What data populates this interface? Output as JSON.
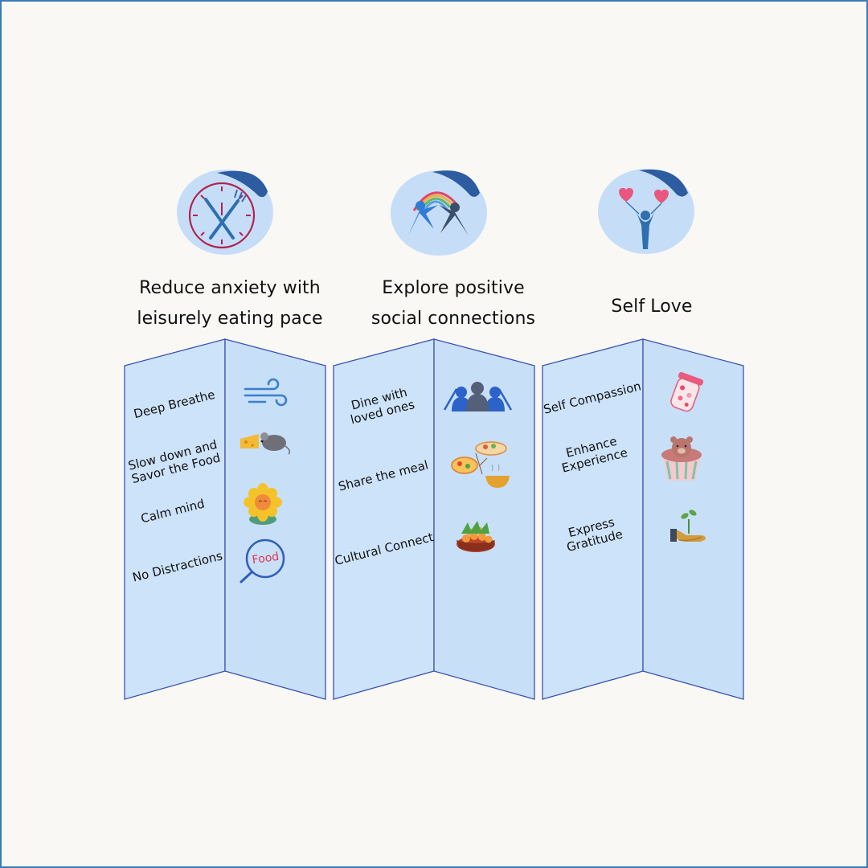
{
  "columns": [
    {
      "title_line1": "Reduce anxiety with",
      "title_line2": "leisurely eating  pace",
      "icon": "clock-fork-knife-icon",
      "items": [
        {
          "label": "Deep Breathe",
          "icon": "wind-icon"
        },
        {
          "label_line1": "Slow down and",
          "label_line2": "Savor the  Food",
          "icon": "mouse-cheese-icon"
        },
        {
          "label": "Calm mind",
          "icon": "sunflower-icon"
        },
        {
          "label": "No Distractions",
          "icon": "magnifier-food-icon",
          "icon_text": "Food"
        }
      ]
    },
    {
      "title_line1": "Explore positive",
      "title_line2": "social connections",
      "icon": "rainbow-people-icon",
      "items": [
        {
          "label_line1": "Dine with",
          "label_line2": "loved ones",
          "icon": "group-people-icon"
        },
        {
          "label": "Share the meal",
          "icon": "shared-dishes-icon"
        },
        {
          "label": "Cultural Connect",
          "icon": "dumplings-basket-icon"
        }
      ]
    },
    {
      "title": "Self Love",
      "icon": "balloon-person-icon",
      "items": [
        {
          "label": "Self Compassion",
          "icon": "heart-jar-icon"
        },
        {
          "label_line1": "Enhance",
          "label_line2": "Experience",
          "icon": "bear-cupcake-icon"
        },
        {
          "label_line1": "Express",
          "label_line2": "Gratitude",
          "icon": "hand-sprout-icon"
        }
      ]
    }
  ],
  "colors": {
    "background": "#f9f8f4",
    "panel_fill": "#cde3fa",
    "panel_stroke": "#3a55b0",
    "circle_fill": "#c6ddf8",
    "circle_accent": "#2d5da0",
    "frame": "#3b7bb8"
  }
}
